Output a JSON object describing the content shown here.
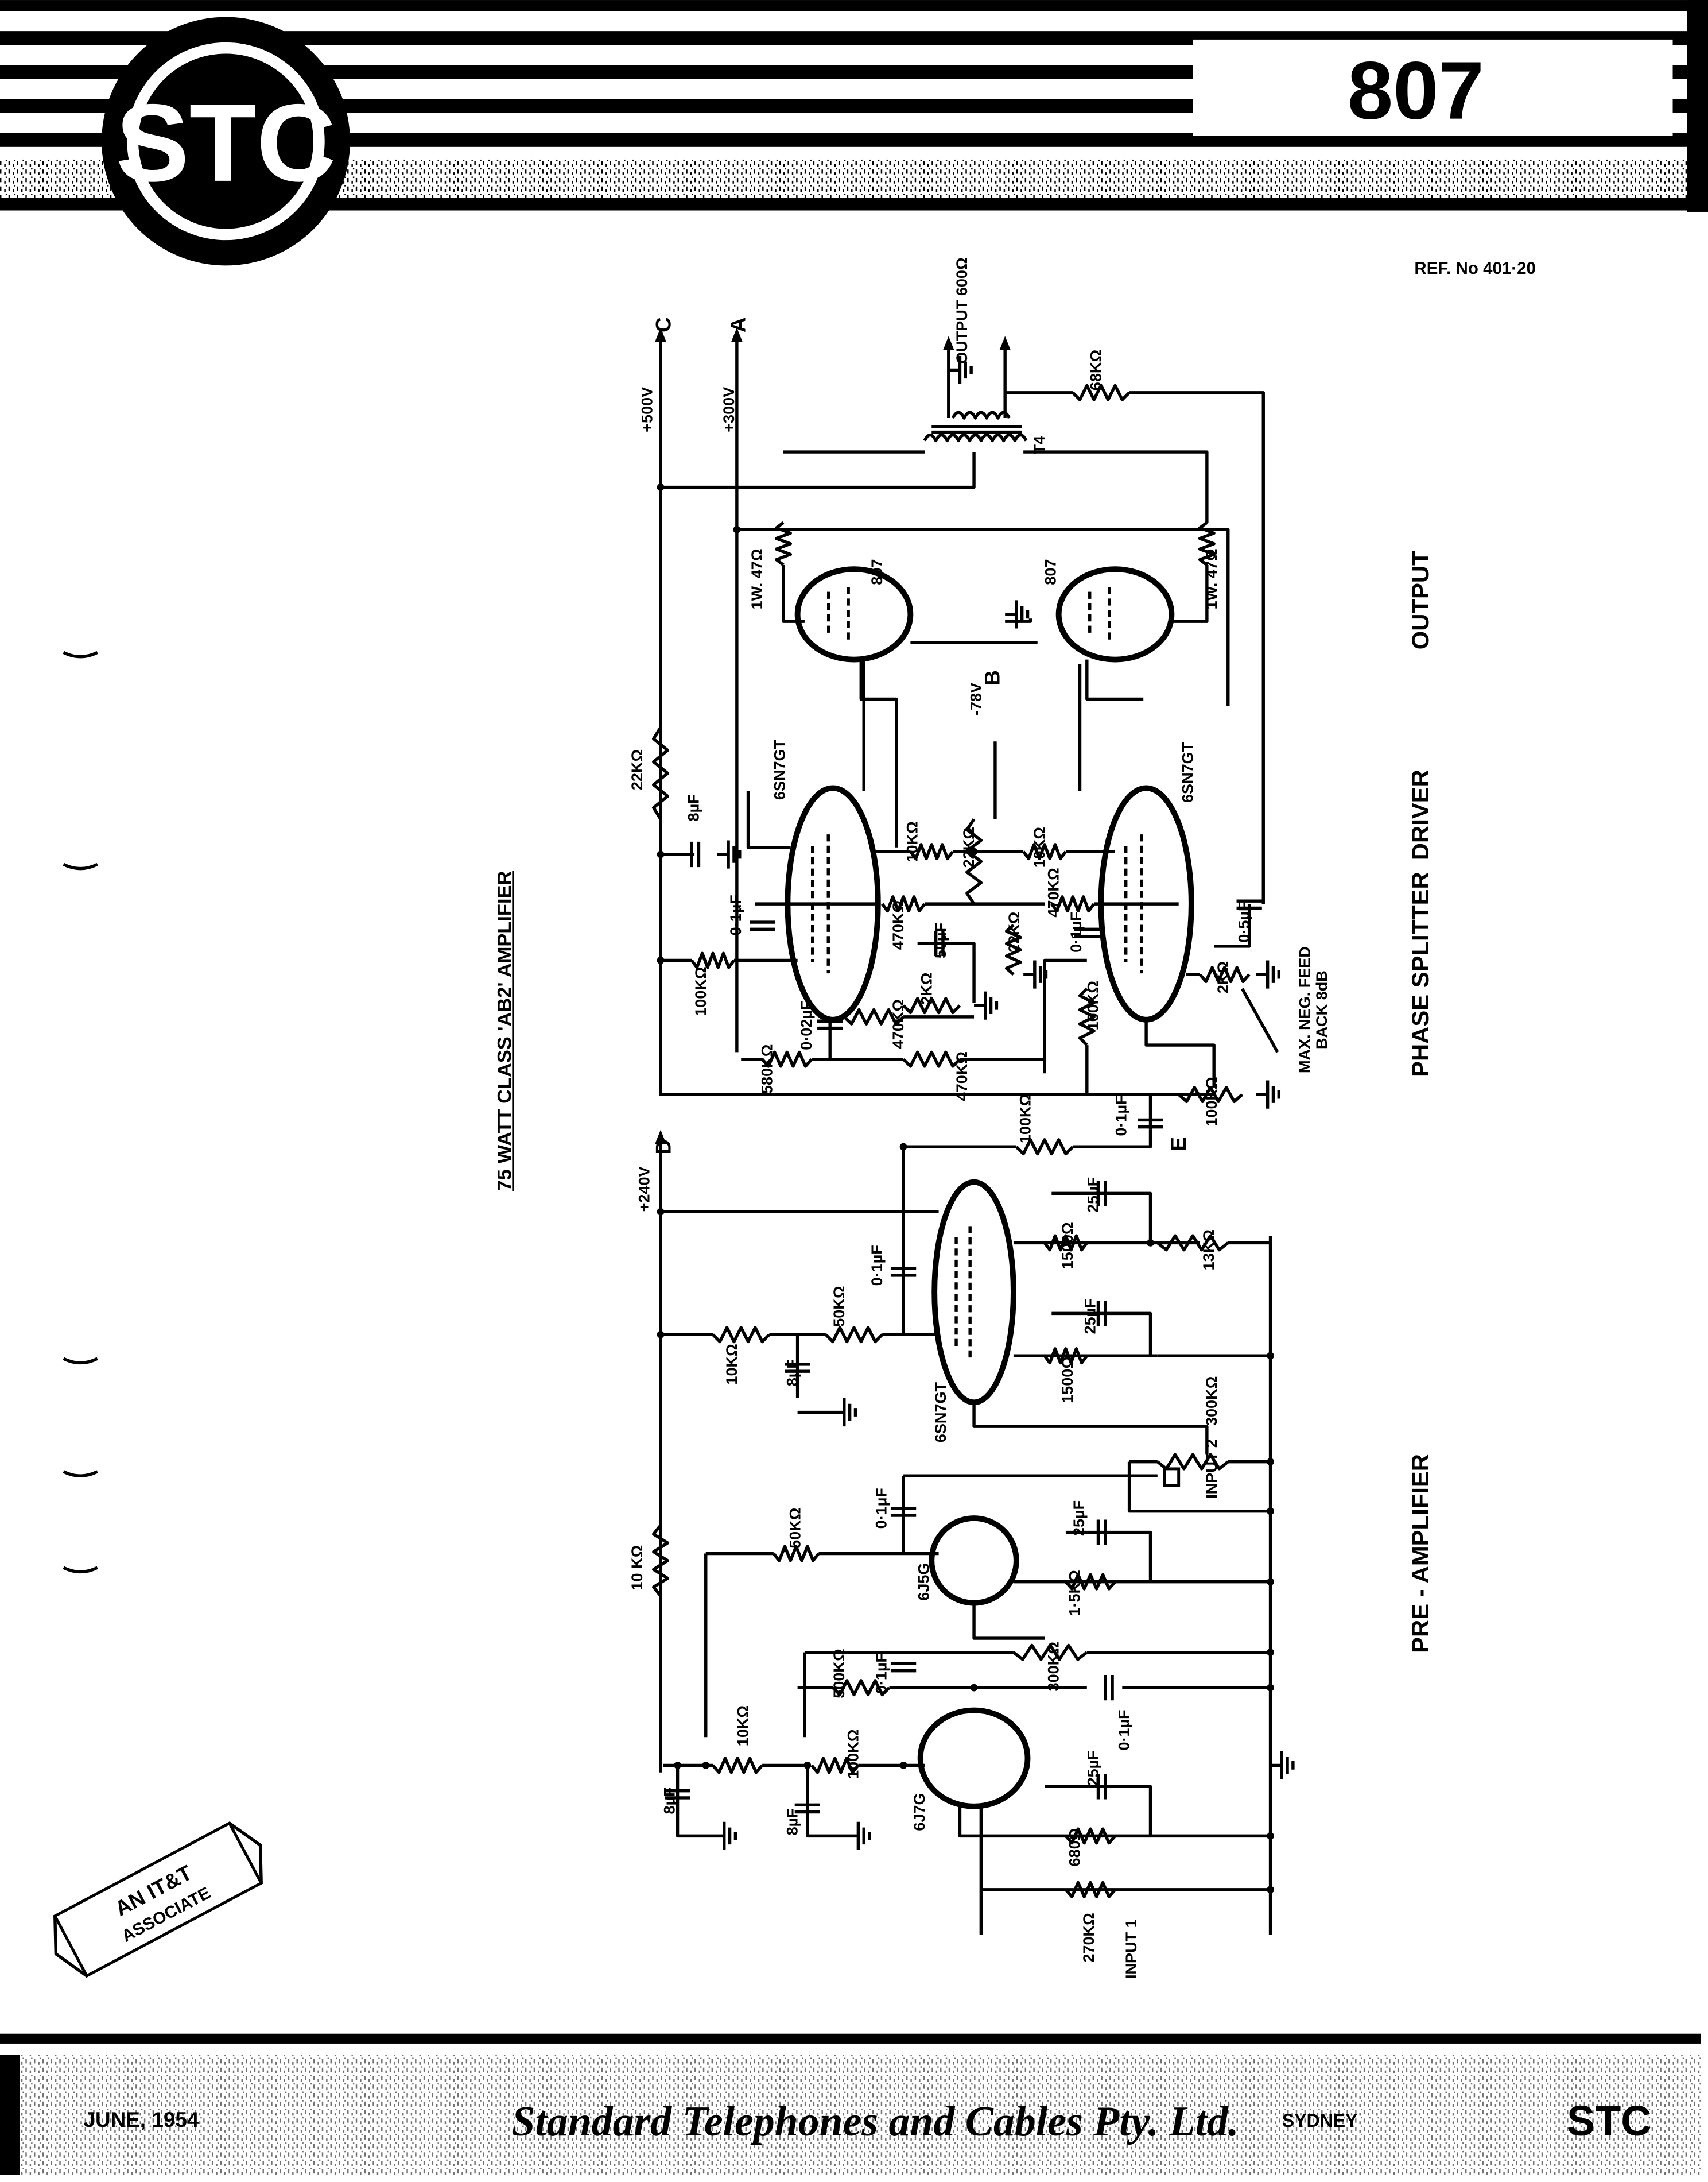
{
  "header": {
    "logo_text": "STC",
    "tube_type": "807",
    "ref_no": "REF. No 401·20"
  },
  "title": "75 WATT CLASS 'AB2' AMPLIFIER",
  "sections": {
    "output": "OUTPUT",
    "driver": "DRIVER",
    "phase_splitter": "PHASE SPLITTER",
    "pre_amplifier": "PRE - AMPLIFIER"
  },
  "schematic": {
    "labels": [
      "+500V",
      "C",
      "+300V",
      "A",
      "OUTPUT 600Ω",
      "68KΩ",
      "T4",
      "1W. 47Ω",
      "807",
      "807",
      "1W. 47Ω",
      "22KΩ",
      "8µF",
      "6SN7GT",
      "-78V",
      "B",
      "10KΩ",
      "22KΩ",
      "10KΩ",
      "470KΩ",
      "6SN7GT",
      "0·1µF",
      "470KΩ",
      "50µF",
      "22KΩ",
      "0·1µF",
      "0·5µF",
      "100KΩ",
      "2KΩ",
      "2KΩ",
      "MAX. NEG. FEED",
      "BACK 8dB",
      "0·02µF",
      "470KΩ",
      "100KΩ",
      "580KΩ",
      "470KΩ",
      "+240V",
      "D",
      "100KΩ",
      "0·1µF",
      "100KΩ",
      "E",
      "25µF",
      "1500Ω",
      "13KΩ",
      "0·1µF",
      "50KΩ",
      "25µF",
      "10KΩ",
      "8µF",
      "6SN7GT",
      "1500Ω",
      "300KΩ",
      "INPUT 2",
      "0·1µF",
      "50KΩ",
      "25µF",
      "10 KΩ",
      "6J5G",
      "1·5KΩ",
      "300KΩ",
      "500KΩ",
      "0·1µF",
      "0·1µF",
      "10KΩ",
      "100KΩ",
      "25µF",
      "8µF",
      "8µF",
      "6J7G",
      "680Ω",
      "270KΩ",
      "INPUT 1"
    ]
  },
  "associate_logo": "AN IT&T ASSOCIATE",
  "footer": {
    "date": "JUNE, 1954",
    "company": "Standard Telephones and Cables Pty. Ltd.",
    "city": "SYDNEY",
    "logo_text": "STC"
  }
}
